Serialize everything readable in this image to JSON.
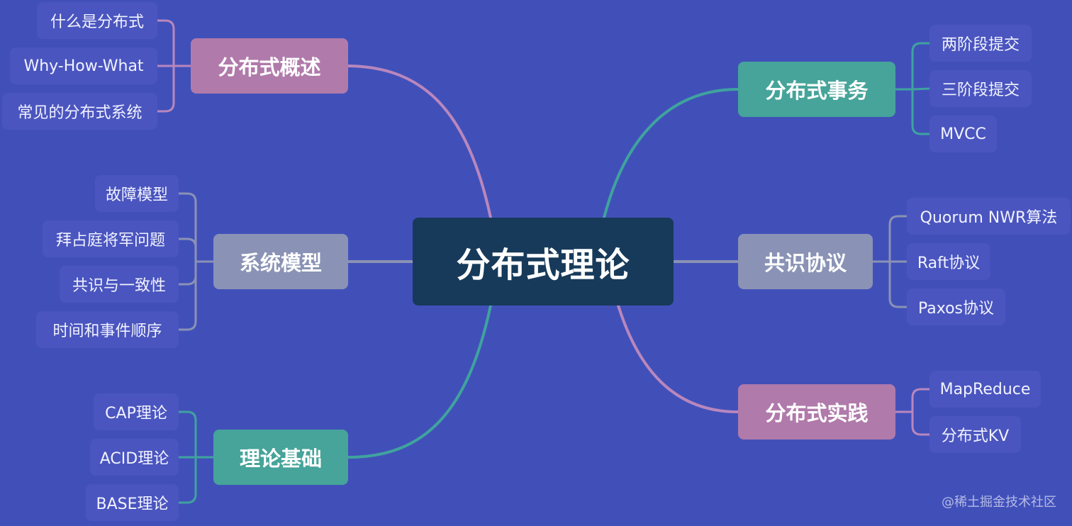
{
  "colors": {
    "background": "#4150b9",
    "root": "#173a5a",
    "pink": "#b07aab",
    "teal": "#46a49a",
    "gray": "#8a93b5",
    "leaf": "#4a55bf",
    "pink_line": "#b987bd",
    "teal_line": "#3fa39e",
    "gray_line": "#8b92b4"
  },
  "root": {
    "label": "分布式理论"
  },
  "branches": [
    {
      "id": "overview",
      "label": "分布式概述",
      "color": "pink",
      "children": [
        "什么是分布式",
        "Why-How-What",
        "常见的分布式系统"
      ]
    },
    {
      "id": "system-model",
      "label": "系统模型",
      "color": "gray",
      "children": [
        "故障模型",
        "拜占庭将军问题",
        "共识与一致性",
        "时间和事件顺序"
      ]
    },
    {
      "id": "theory-basics",
      "label": "理论基础",
      "color": "teal",
      "children": [
        "CAP理论",
        "ACID理论",
        "BASE理论"
      ]
    },
    {
      "id": "transactions",
      "label": "分布式事务",
      "color": "teal",
      "children": [
        "两阶段提交",
        "三阶段提交",
        "MVCC"
      ]
    },
    {
      "id": "consensus",
      "label": "共识协议",
      "color": "gray",
      "children": [
        "Quorum NWR算法",
        "Raft协议",
        "Paxos协议"
      ]
    },
    {
      "id": "practice",
      "label": "分布式实践",
      "color": "pink",
      "children": [
        "MapReduce",
        "分布式KV"
      ]
    }
  ],
  "watermark": "@稀土掘金技术社区"
}
